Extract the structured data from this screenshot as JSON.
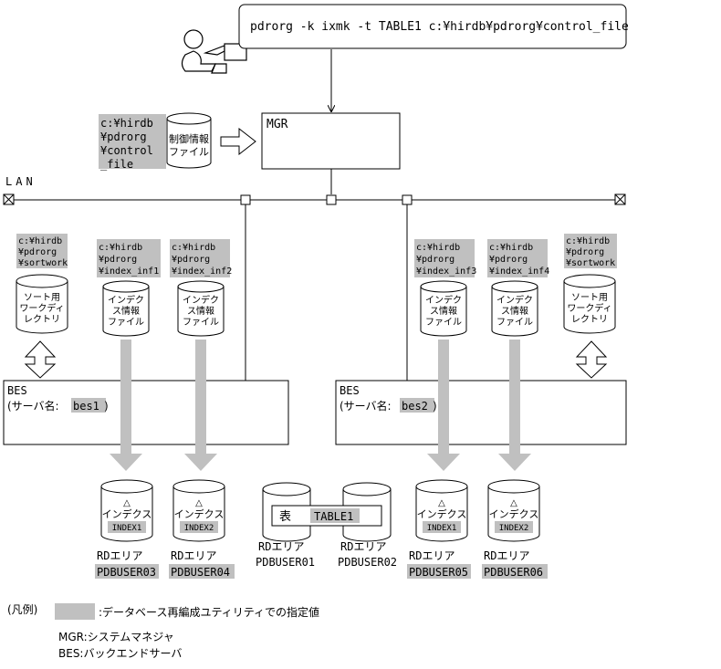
{
  "colors": {
    "highlight": "#c0c0c0",
    "arrow": "#c0c0c0",
    "line": "#000000"
  },
  "command": "pdrorg -k ixmk -t TABLE1 c:¥hirdb¥pdrorg¥control_file",
  "mgr": {
    "label": "MGR"
  },
  "control_file": {
    "path_lines": [
      "c:¥hirdb",
      "¥pdrorg",
      "¥control",
      "_file"
    ],
    "label_lines": [
      "制御情報",
      "ファイル"
    ]
  },
  "lan": {
    "label": "LAN"
  },
  "sortwork_left": {
    "path_lines": [
      "c:¥hirdb",
      "¥pdrorg",
      "¥sortwork"
    ],
    "label_lines": [
      "ソート用",
      "ワークディ",
      "レクトリ"
    ]
  },
  "sortwork_right": {
    "path_lines": [
      "c:¥hirdb",
      "¥pdrorg",
      "¥sortwork"
    ],
    "label_lines": [
      "ソート用",
      "ワークディ",
      "レクトリ"
    ]
  },
  "index_inf1": {
    "path_lines": [
      "c:¥hirdb",
      "¥pdrorg",
      "¥index_inf1"
    ],
    "label_lines": [
      "インデク",
      "ス情報",
      "ファイル"
    ]
  },
  "index_inf2": {
    "path_lines": [
      "c:¥hirdb",
      "¥pdrorg",
      "¥index_inf2"
    ],
    "label_lines": [
      "インデク",
      "ス情報",
      "ファイル"
    ]
  },
  "index_inf3": {
    "path_lines": [
      "c:¥hirdb",
      "¥pdrorg",
      "¥index_inf3"
    ],
    "label_lines": [
      "インデク",
      "ス情報",
      "ファイル"
    ]
  },
  "index_inf4": {
    "path_lines": [
      "c:¥hirdb",
      "¥pdrorg",
      "¥index_inf4"
    ],
    "label_lines": [
      "インデク",
      "ス情報",
      "ファイル"
    ]
  },
  "bes1": {
    "title": "BES",
    "server_prefix": "(サーバ名:",
    "server_name": "bes1",
    "server_suffix": ")"
  },
  "bes2": {
    "title": "BES",
    "server_prefix": "(サーバ名:",
    "server_name": "bes2",
    "server_suffix": ")"
  },
  "rd_areas": [
    {
      "mark": "△",
      "label": "インデクス",
      "index": "INDEX1",
      "area": "RDエリア",
      "name": "PDBUSER03"
    },
    {
      "mark": "△",
      "label": "インデクス",
      "index": "INDEX2",
      "area": "RDエリア",
      "name": "PDBUSER04"
    },
    {
      "mark": "△",
      "label": "インデクス",
      "index": "INDEX1",
      "area": "RDエリア",
      "name": "PDBUSER05"
    },
    {
      "mark": "△",
      "label": "インデクス",
      "index": "INDEX2",
      "area": "RDエリア",
      "name": "PDBUSER06"
    }
  ],
  "table": {
    "label": "表",
    "name": "TABLE1",
    "areas": [
      {
        "area": "RDエリア",
        "name": "PDBUSER01"
      },
      {
        "area": "RDエリア",
        "name": "PDBUSER02"
      }
    ]
  },
  "legend": {
    "title": "(凡例)",
    "highlight_text": ":データベース再編成ユティリティでの指定値",
    "mgr_text": "MGR:システムマネジャ",
    "bes_text": "BES:バックエンドサーバ"
  }
}
